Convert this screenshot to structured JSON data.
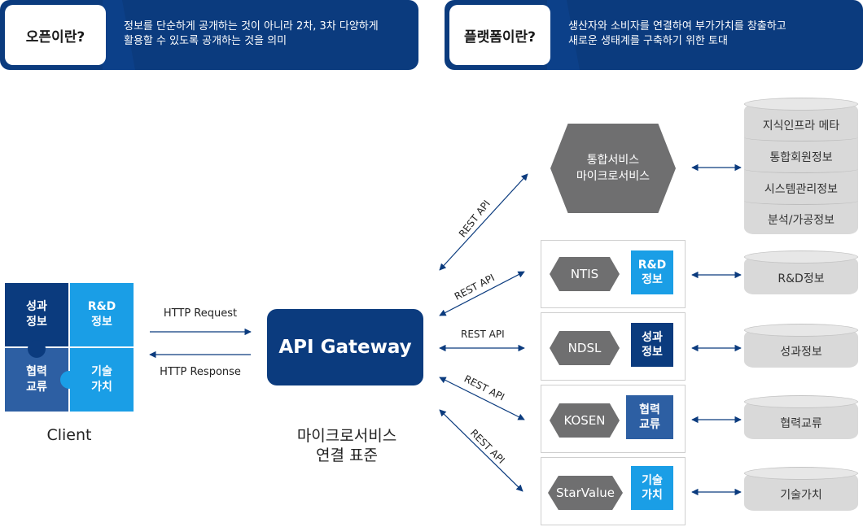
{
  "banners": [
    {
      "tab": "오픈이란?",
      "desc": "정보를 단순하게 공개하는 것이 아니라 2차, 3차 다양하게\n활용할 수 있도록 공개하는 것을 의미"
    },
    {
      "tab": "플랫폼이란?",
      "desc": "생산자와 소비자를 연결하여 부가가치를 창출하고\n새로운 생태계를 구축하기 위한 토대"
    }
  ],
  "client": {
    "pieces": [
      "성과\n정보",
      "R&D\n정보",
      "협력\n교류",
      "기술\n가치"
    ],
    "label": "Client"
  },
  "http": {
    "request": "HTTP Request",
    "response": "HTTP Response"
  },
  "gateway": {
    "label": "API Gateway",
    "caption": "마이크로서비스\n연결 표준"
  },
  "rest_api_label": "REST API",
  "hub": {
    "label": "통합서비스\n마이크로서비스"
  },
  "hub_db": [
    "지식인프라 메타",
    "통합회원정보",
    "시스템관리정보",
    "분석/가공정보"
  ],
  "services": [
    {
      "name": "NTIS",
      "piece": "R&D\n정보",
      "db": "R&D정보"
    },
    {
      "name": "NDSL",
      "piece": "성과\n정보",
      "db": "성과정보"
    },
    {
      "name": "KOSEN",
      "piece": "협력\n교류",
      "db": "협력교류"
    },
    {
      "name": "StarValue",
      "piece": "기술\n가치",
      "db": "기술가치"
    }
  ],
  "colors": {
    "navy": "#0b3b7e",
    "blue": "#1a9ee6",
    "steel": "#2d5fa3",
    "gray": "#6f6f70"
  }
}
